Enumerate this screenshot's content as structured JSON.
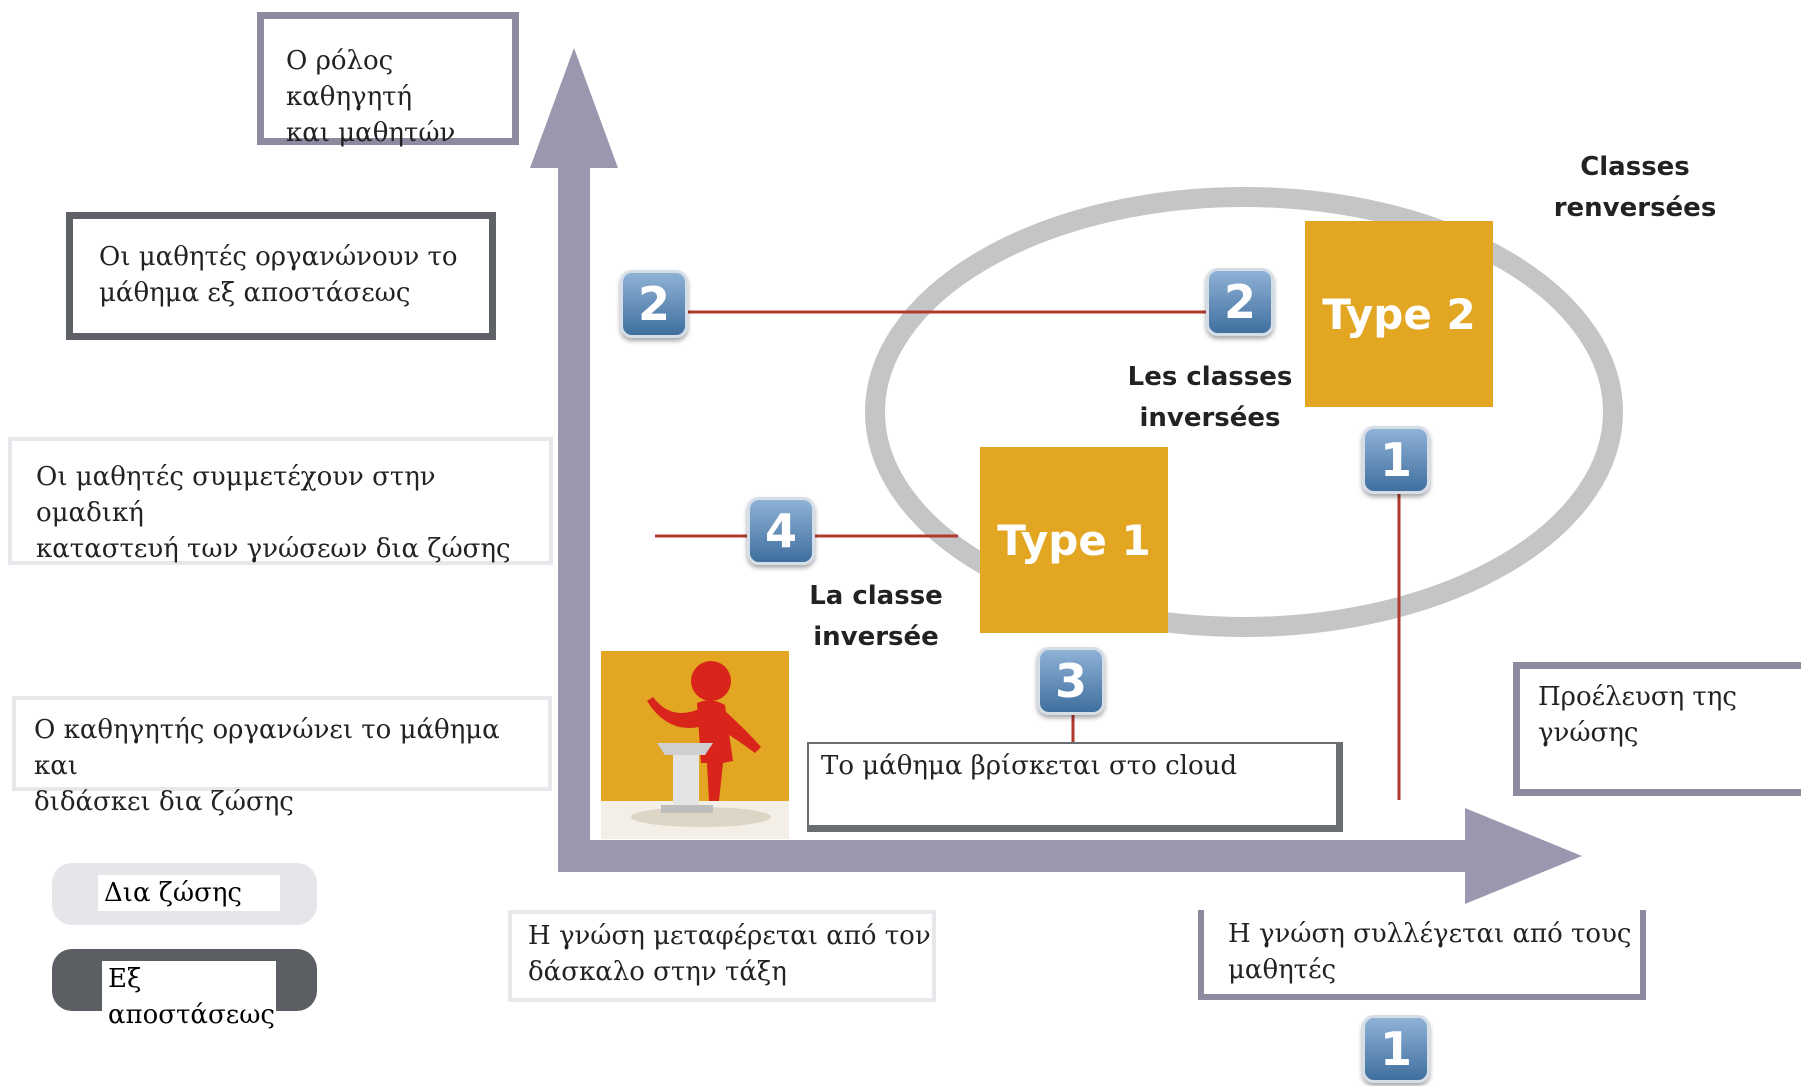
{
  "axes": {
    "y_axis_box": "Ο ρόλος καθηγητή\nκαι μαθητών",
    "x_axis_box": "Προέλευση της\nγνώσης"
  },
  "left_boxes": {
    "remote_organize": "Οι μαθητές οργανώνουν το\nμάθημα  εξ αποστάσεως",
    "group_build": "Οι μαθητές συμμετέχουν στην ομαδική\nκαταστευή των γνώσεων δια ζώσης",
    "teacher_teaches": "Ο καθηγητής οργανώνει το μάθημα και\nδιδάσκει δια ζώσης"
  },
  "legend": {
    "in_person": "Δια ζώσης",
    "remote": "Εξ αποστάσεως"
  },
  "bottom_boxes": {
    "teacher_transfer": "Η γνώση μεταφέρεται από τον\nδάσκαλο στην τάξη",
    "students_collect": "Η γνώση συλλέγεται από τους\nμαθητές",
    "cloud": "Το μάθημα βρίσκεται στο cloud"
  },
  "types": {
    "type1": "Type 1",
    "type2": "Type 2"
  },
  "labels": {
    "classes_renversees": "Classes\nrenversées",
    "les_classes_inversees": "Les classes\ninversées",
    "la_classe_inversee": "La classe\ninversée"
  },
  "badges": {
    "b2_left": "2",
    "b2_right": "2",
    "b1_top": "1",
    "b4": "4",
    "b3": "3",
    "b1_bottom": "1"
  },
  "colors": {
    "axis": "#9b97ae",
    "ellipse": "#c4c5c7",
    "type_fill": "#e2a623",
    "connector": "#b03a2e",
    "badge": "#4f7dab"
  },
  "icons": {
    "presenter": "speaker-at-podium-icon"
  }
}
